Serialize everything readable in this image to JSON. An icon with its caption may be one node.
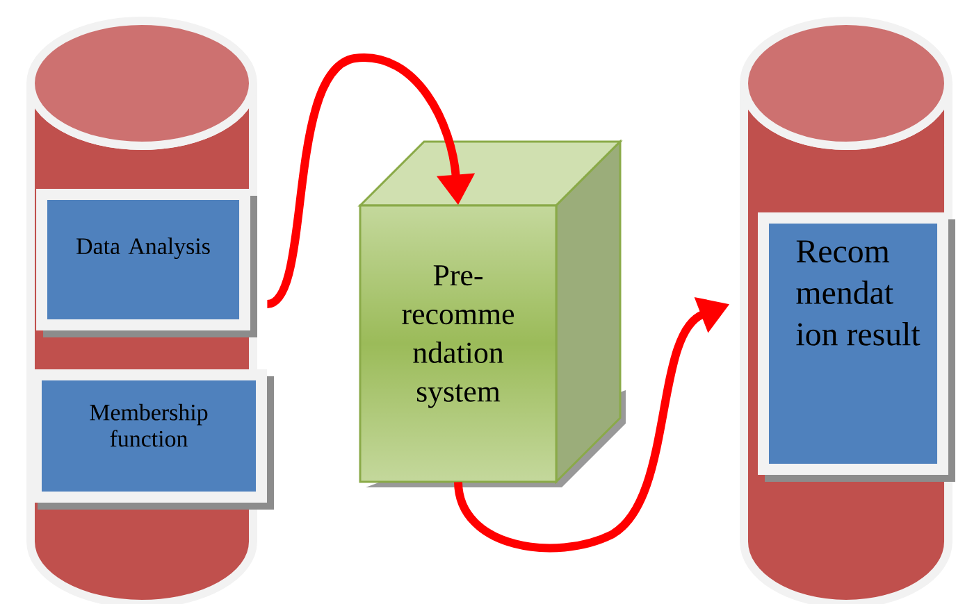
{
  "diagram": {
    "nodes": [
      {
        "text": [],
        "shape": "cylinder"
      },
      {
        "text": [
          "Data Analysis"
        ],
        "in": 0
      },
      {
        "text": [
          "Membership function"
        ],
        "in": 0
      },
      {
        "text": [
          "Pre- recomme ndation system"
        ]
      },
      {
        "text": [],
        "shape": "cylinder"
      },
      {
        "text": [
          "Recom mendat ion result"
        ],
        "in": 4
      }
    ],
    "edges": [
      {
        "from": 0,
        "to": 3,
        "arrow": "to"
      },
      {
        "from": 3,
        "to": 4,
        "arrow": "to"
      }
    ]
  }
}
